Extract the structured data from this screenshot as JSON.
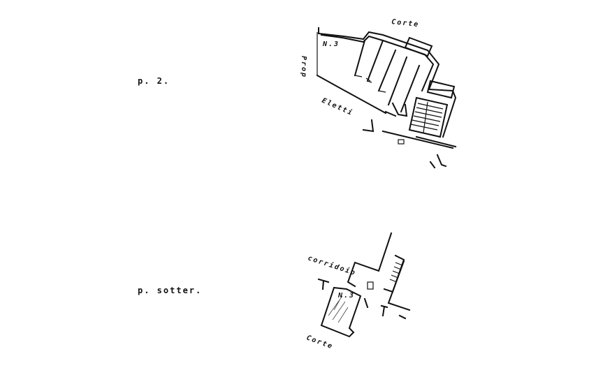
{
  "floors": [
    {
      "label": "p.  2.",
      "unit": "N.3",
      "annotations": [
        "Corte",
        "Prop",
        "Eletti"
      ]
    },
    {
      "label": "p.  sotter.",
      "unit": "N.3",
      "annotations": [
        "corridoio",
        "Corte"
      ]
    }
  ],
  "colors": {
    "ink": "#111111",
    "paper": "#ffffff"
  }
}
